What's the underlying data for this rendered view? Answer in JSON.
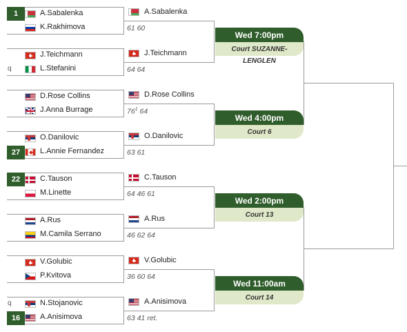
{
  "matches": [
    {
      "p1": {
        "seed": "1",
        "qual": "",
        "flag": "blr",
        "name": "A.Sabalenka"
      },
      "p2": {
        "seed": "",
        "qual": "",
        "flag": "rus",
        "name": "K.Rakhimova"
      },
      "winner": {
        "flag": "blr",
        "name": "A.Sabalenka",
        "score": "61 60",
        "score_sup": "",
        "score_rest": ""
      }
    },
    {
      "p1": {
        "seed": "",
        "qual": "",
        "flag": "sui",
        "name": "J.Teichmann"
      },
      "p2": {
        "seed": "",
        "qual": "q",
        "flag": "ita",
        "name": "L.Stefanini"
      },
      "winner": {
        "flag": "sui",
        "name": "J.Teichmann",
        "score": "64 64",
        "score_sup": "",
        "score_rest": ""
      }
    },
    {
      "p1": {
        "seed": "",
        "qual": "",
        "flag": "usa",
        "name": "D.Rose Collins"
      },
      "p2": {
        "seed": "",
        "qual": "",
        "flag": "gbr",
        "name": "J.Anna Burrage"
      },
      "winner": {
        "flag": "usa",
        "name": "D.Rose Collins",
        "score": "76",
        "score_sup": "1",
        "score_rest": " 64"
      }
    },
    {
      "p1": {
        "seed": "",
        "qual": "",
        "flag": "srb",
        "name": "O.Danilovic"
      },
      "p2": {
        "seed": "27",
        "qual": "",
        "flag": "can",
        "name": "L.Annie Fernandez"
      },
      "winner": {
        "flag": "srb",
        "name": "O.Danilovic",
        "score": "63 61",
        "score_sup": "",
        "score_rest": ""
      }
    },
    {
      "p1": {
        "seed": "22",
        "qual": "",
        "flag": "den",
        "name": "C.Tauson"
      },
      "p2": {
        "seed": "",
        "qual": "",
        "flag": "pol",
        "name": "M.Linette"
      },
      "winner": {
        "flag": "den",
        "name": "C.Tauson",
        "score": "64 46 61",
        "score_sup": "",
        "score_rest": ""
      }
    },
    {
      "p1": {
        "seed": "",
        "qual": "",
        "flag": "ned",
        "name": "A.Rus"
      },
      "p2": {
        "seed": "",
        "qual": "",
        "flag": "col",
        "name": "M.Camila Serrano"
      },
      "winner": {
        "flag": "ned",
        "name": "A.Rus",
        "score": "46 62 64",
        "score_sup": "",
        "score_rest": ""
      }
    },
    {
      "p1": {
        "seed": "",
        "qual": "",
        "flag": "sui",
        "name": "V.Golubic"
      },
      "p2": {
        "seed": "",
        "qual": "",
        "flag": "cze",
        "name": "P.Kvitova"
      },
      "winner": {
        "flag": "sui",
        "name": "V.Golubic",
        "score": "36 60 64",
        "score_sup": "",
        "score_rest": ""
      }
    },
    {
      "p1": {
        "seed": "",
        "qual": "q",
        "flag": "srb",
        "name": "N.Stojanovic"
      },
      "p2": {
        "seed": "16",
        "qual": "",
        "flag": "usa",
        "name": "A.Anisimova"
      },
      "winner": {
        "flag": "usa",
        "name": "A.Anisimova",
        "score": "63 41 ret.",
        "score_sup": "",
        "score_rest": ""
      }
    }
  ],
  "schedule": [
    {
      "time": "Wed 7:00pm",
      "court": "Court SUZANNE-",
      "court_extra": "LENGLEN"
    },
    {
      "time": "Wed 4:00pm",
      "court": "Court 6",
      "court_extra": ""
    },
    {
      "time": "Wed 2:00pm",
      "court": "Court 13",
      "court_extra": ""
    },
    {
      "time": "Wed 11:00am",
      "court": "Court 14",
      "court_extra": ""
    }
  ],
  "colors": {
    "header": "#2f5d2b",
    "court_bg": "#dfe8c8",
    "line": "#9a9a9a"
  }
}
